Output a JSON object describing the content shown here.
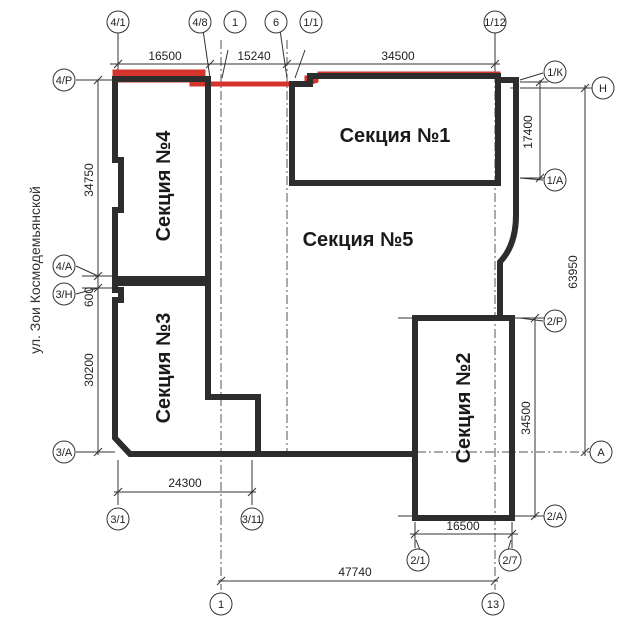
{
  "street_label": "ул. Зои Космодемьянской",
  "sections": {
    "s1": "Секция №1",
    "s2": "Секция №2",
    "s3": "Секция №3",
    "s4": "Секция №4",
    "s5": "Секция №5"
  },
  "axes": {
    "a_4_1": "4/1",
    "a_4_8": "4/8",
    "a_1_top": "1",
    "a_6": "6",
    "a_1_1": "1/1",
    "a_1_12": "1/12",
    "a_4_r": "4/Р",
    "a_1_k": "1/К",
    "a_n": "Н",
    "a_1_a": "1/А",
    "a_4_a": "4/А",
    "a_3_n": "3/Н",
    "a_2_r": "2/Р",
    "a_3_a": "3/А",
    "a_A": "А",
    "a_2_a": "2/А",
    "a_3_1": "3/1",
    "a_3_11": "3/11",
    "a_2_1": "2/1",
    "a_2_7": "2/7",
    "a_1_bot": "1",
    "a_13": "13"
  },
  "dimensions": {
    "d16500_top": "16500",
    "d15240": "15240",
    "d34500_top": "34500",
    "d34750": "34750",
    "d600": "600",
    "d30200": "30200",
    "d17400": "17400",
    "d63950": "63950",
    "d34500_right": "34500",
    "d24300": "24300",
    "d16500_bot": "16500",
    "d47740": "47740"
  }
}
